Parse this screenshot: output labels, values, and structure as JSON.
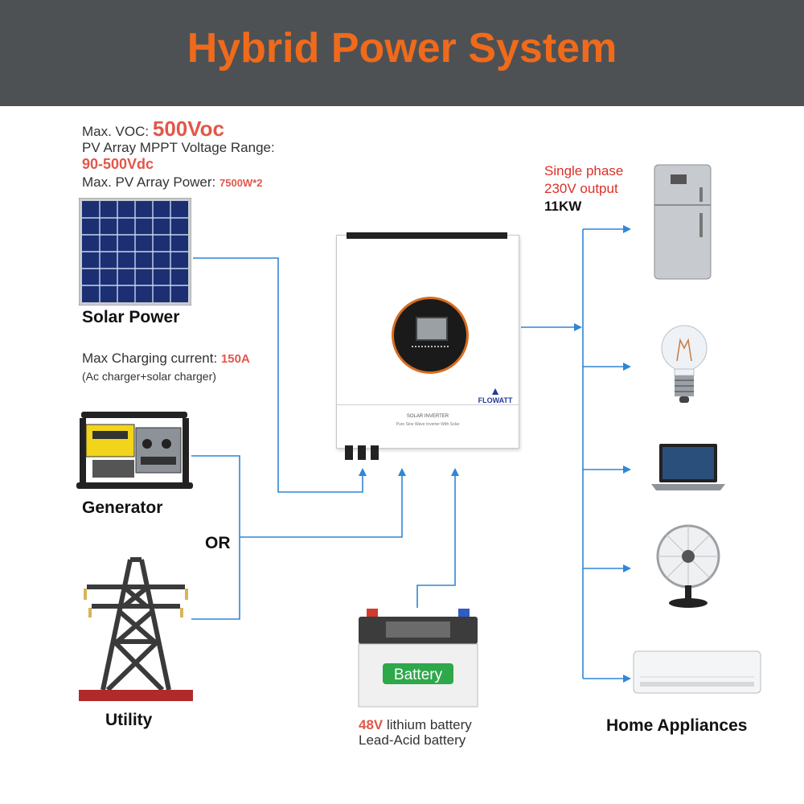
{
  "title": "Hybrid Power System",
  "solar": {
    "voc_label": "Max. VOC:",
    "voc_value": "500Voc",
    "mppt_label": "PV Array MPPT Voltage Range:",
    "mppt_value": "90-500Vdc",
    "power_label": "Max. PV Array Power:",
    "power_value": "7500W*2",
    "name": "Solar Power"
  },
  "charging": {
    "label": "Max Charging current:",
    "value": "150A",
    "note": "(Ac charger+solar charger)"
  },
  "generator": {
    "name": "Generator"
  },
  "or_label": "OR",
  "utility": {
    "name": "Utility"
  },
  "inverter": {
    "brand": "FLOWATT",
    "panel_title": "SOLAR INVERTER",
    "panel_subtitle": "Pure Sine Wave Inverter With Solar"
  },
  "battery": {
    "label": "Battery",
    "voltage": "48V",
    "type1": "lithium battery",
    "type2": "Lead-Acid battery"
  },
  "output": {
    "line1": "Single phase",
    "line2": "230V output",
    "power": "11KW"
  },
  "appliances": {
    "name": "Home Appliances"
  },
  "colors": {
    "header_bg": "#4d5154",
    "title": "#f06a1b",
    "accent_red": "#e1574a",
    "wire": "#2f86d6"
  }
}
